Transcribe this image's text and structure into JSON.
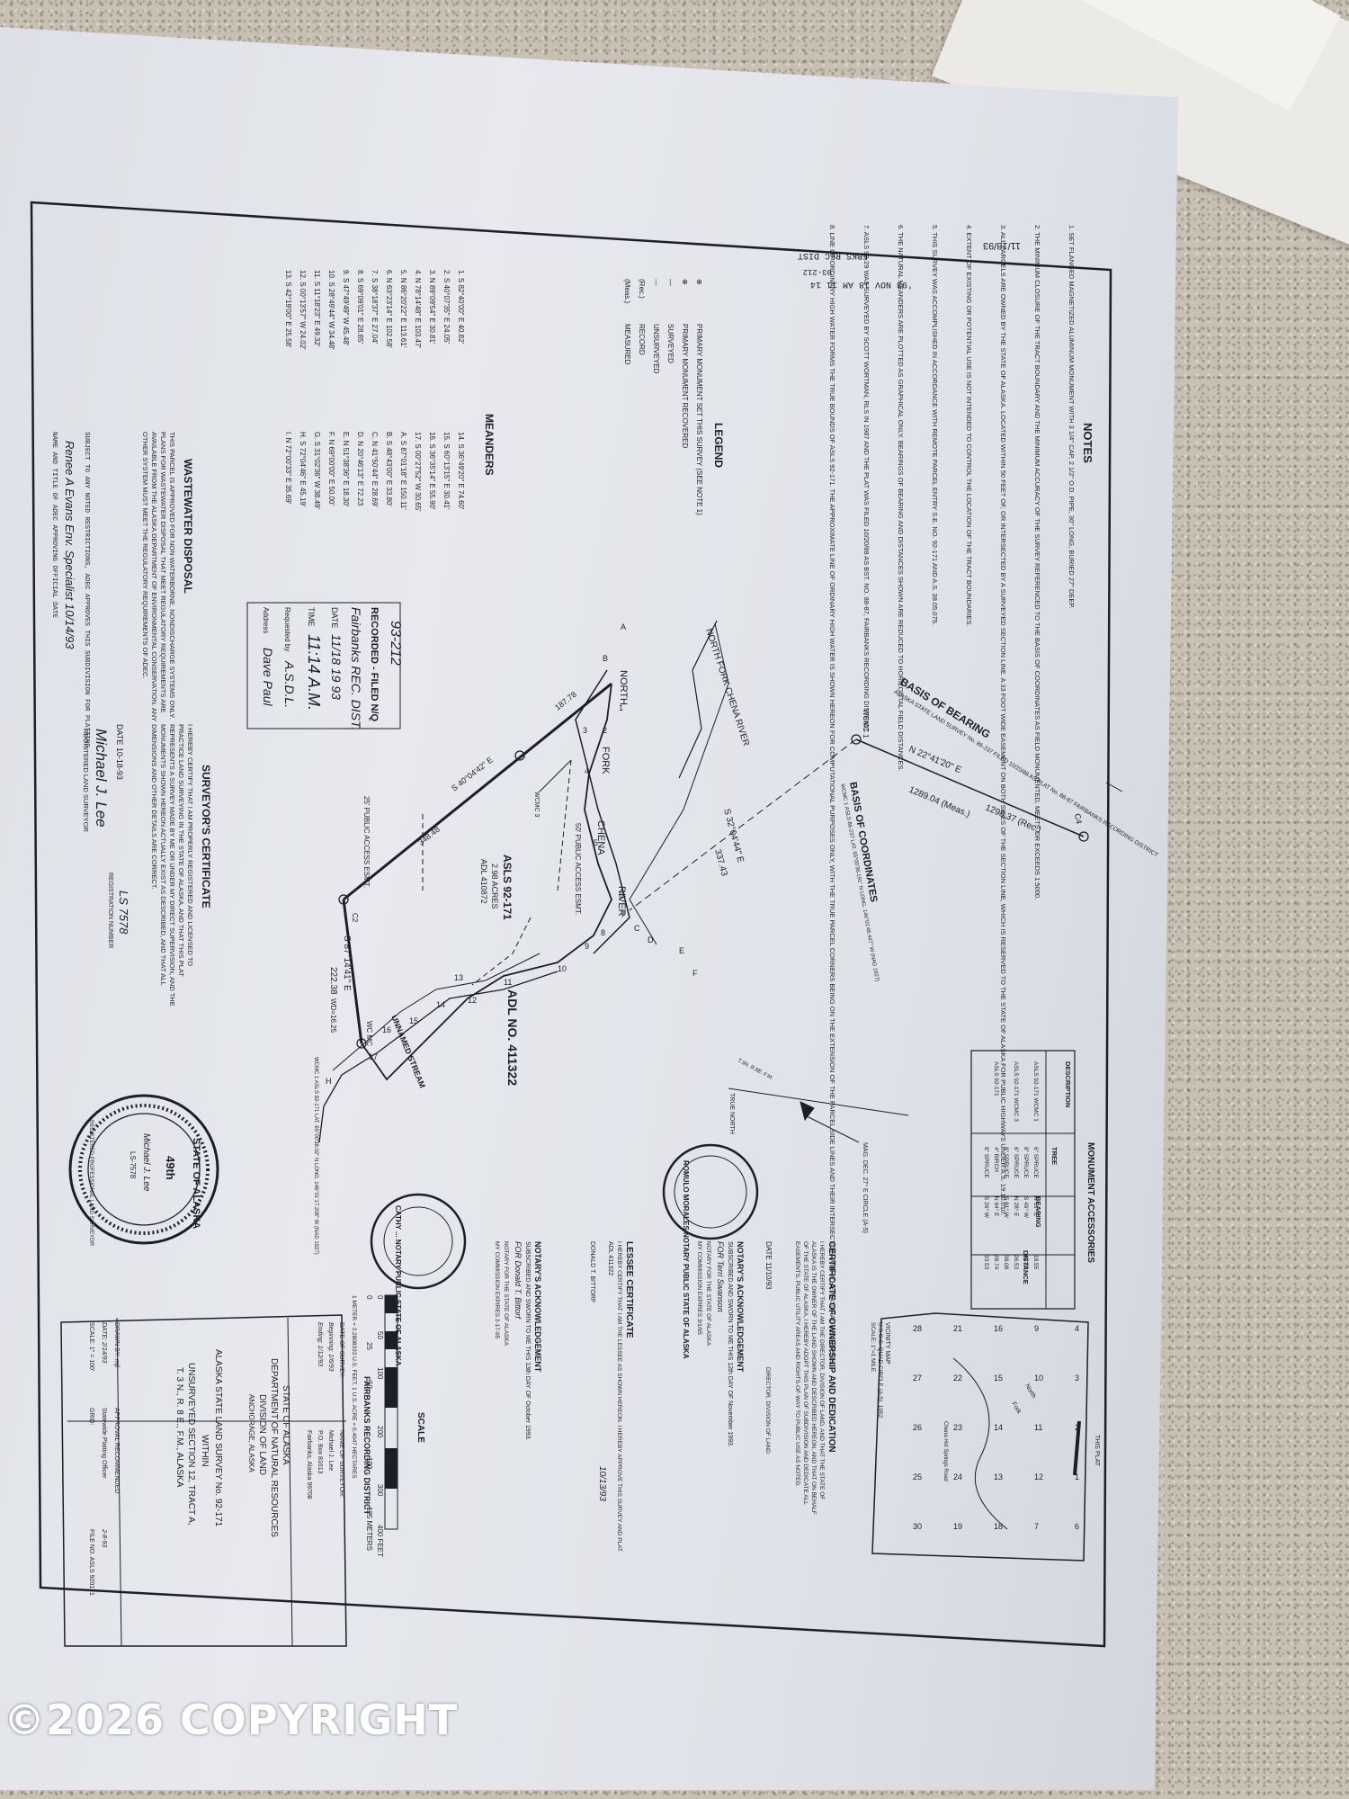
{
  "header_stamp": {
    "date": "11/18/93",
    "line1": "FBKS REC DIST",
    "line2": "93-212",
    "line3": "'93 NOV 18 AM 11 14"
  },
  "notes": {
    "title": "NOTES",
    "items": [
      "1. SET FLANGED MAGNETIZED ALUMINUM MONUMENT WITH 3 1/4\" CAP, 2 1/2\" O.D. PIPE, 30\" LONG, BURIED 27\" DEEP.",
      "2. THE MINIMUM CLOSURE OF THE TRACT BOUNDARY AND THE MINIMUM ACCURACY OF THE SURVEY REFERENCED TO THE BASIS OF COORDINATES AS FIELD MONUMENTED, MEETS OR EXCEEDS 1:5000.",
      "3. ALL PARCELS ARE OWNED BY THE STATE OF ALASKA. LOCATED WITHIN 50 FEET OF, OR INTERSECTED BY A SURVEYED SECTION LINE. A 33 FOOT WIDE EASEMENT ON BOTH SIDES OF THE SECTION LINE, WHICH IS RESERVED TO THE STATE OF ALASKA FOR PUBLIC HIGHWAYS UNDER A.S. 19.10.010.",
      "4. EXTENT OF EXISTING OR POTENTIAL USE IS NOT INTENDED TO CONTROL THE LOCATION OF THE TRACT BOUNDARIES.",
      "5. THIS SURVEY WAS ACCOMPLISHED IN ACCORDANCE WITH REMOTE PARCEL ENTRY S.E. NO. 92-171 AND A.S. 38.05.075.",
      "6. THE NATURAL MEANDERS ARE PLOTTED AS GRAPHICAL ONLY. BEARINGS OF BEARING AND DISTANCES SHOWN ARE REDUCED TO HORIZONTAL FIELD DISTANCES.",
      "7. ASLS 93-29 WAS SURVEYED BY SCOTT WORTMAN, RLS IN 1987 AND THE PLAT WAS FILED 10/20/88 AS BST. NO. 88-87, FAIRBANKS RECORDING DISTRICT.",
      "8. LINE OF ORDINARY HIGH WATER FORMS THE TRUE BOUNDS OF ASLS 92-171. THE APPROXIMATE LINE OF ORDINARY HIGH WATER IS SHOWN HEREON FOR COMPUTATIONAL PURPOSES ONLY, WITH THE TRUE PARCEL CORNERS BEING ON THE EXTENSION OF THE PARCEL SIDE LINES AND THEIR INTERSECTION WITH THE NATURAL MEANDERS."
    ]
  },
  "legend": {
    "title": "LEGEND",
    "items": [
      {
        "symbol": "⊕",
        "label": "PRIMARY MONUMENT SET THIS SURVEY (SEE NOTE 1)"
      },
      {
        "symbol": "⊕",
        "label": "PRIMARY MONUMENT RECOVERED"
      },
      {
        "symbol": "—",
        "label": "SURVEYED"
      },
      {
        "symbol": "---",
        "label": "UNSURVEYED"
      },
      {
        "symbol": "(Rec.)",
        "label": "RECORD"
      },
      {
        "symbol": "(Meas.)",
        "label": "MEASURED"
      }
    ]
  },
  "meanders": {
    "title": "MEANDERS",
    "col1": [
      "1. S 82°40'00\" E 40.82'",
      "2. S 40°07'35\" E 24.05'",
      "3. N 89°09'54\" E 30.81'",
      "4. N 78°14'48\" E 103.47'",
      "5. N 86°20'22\" E 113.61'",
      "6. N 63°23'14\" E 102.58'",
      "7. S 38°18'37\" E 27.04'",
      "8. S 69°09'01\" E 28.85'",
      "9. S 47°49'49\" W 45.48'",
      "10. S 28°49'44\" W 34.48'",
      "11. S 11°18'23\" E 49.32'",
      "12. S 00°13'57\" W 24.02'",
      "13. S 42°19'00\" E 25.58'"
    ],
    "col2": [
      "14. S 36°49'20\" E 74.60'",
      "15. S 60°13'15\" E 30.41'",
      "16. S 36°35'14\" E 55.90'",
      "17. S 00°27'52\" W 30.65'",
      "A. S 87°01'18\" E 150.11'",
      "B. S 48°43'00\" E 33.80'",
      "C. N 41°50'44\" E 28.69'",
      "D. N 20°46'13\" E 72.23",
      "E. N 51°38'36\" E 18.30'",
      "F. N 69°00'00\" E 50.00'",
      "G. S 31°02'36\" W 38.49'",
      "H. S 72°04'46\" E 45.19'",
      "I. N 72°00'33\" E 35.69'"
    ]
  },
  "wastewater": {
    "title": "WASTEWATER DISPOSAL",
    "text": "THIS PARCEL IS APPROVED FOR NON-WATERBORNE, NONDISCHARGE SYSTEMS ONLY. PLANS FOR WASTEWATER DISPOSAL THAT MEET REGULATORY REQUIREMENTS ARE AVAILABLE FROM THE ALASKA DEPARTMENT OF ENVIRONMENTAL CONSERVATION. ANY OTHER SYSTEM MUST MEET THE REGULATORY REQUIREMENTS OF ADEC.",
    "subject": "SUBJECT TO ANY NOTED RESTRICTIONS, ADEC APPROVES THIS SUBDIVISION FOR PLATTING.",
    "signature": "Renee A Evans Env. Specialist 10/14/93",
    "footer": "NAME AND TITLE OF ADEC APPROVING OFFICIAL          DATE"
  },
  "recorded": {
    "number": "93-212",
    "title": "RECORDED - FILED N/Q",
    "district": "Fairbanks REC. DIST.",
    "date_label": "DATE",
    "date": "11/18 19 93",
    "time_label": "TIME",
    "time": "11:14 A.M.",
    "requested_label": "Requested by",
    "requested": "A.S.D.L.",
    "address_label": "Address",
    "address": "Dave Paul"
  },
  "surveyor_cert": {
    "title": "SURVEYOR'S CERTIFICATE",
    "text": "I HEREBY CERTIFY THAT I AM PROPERLY REGISTERED AND LICENSED TO PRACTICE LAND SURVEYING IN THE STATE OF ALASKA, AND THAT THIS PLAT REPRESENTS A SURVEY MADE BY ME OR UNDER MY DIRECT SUPERVISION, AND THE MONUMENTS SHOWN HEREON ACTUALLY EXIST AS DESCRIBED, AND THAT ALL DIMENSIONS AND OTHER DETAILS ARE CORRECT.",
    "date": "DATE 10-18-93",
    "reg": "LS 7578",
    "reg_label": "REGISTRATION NUMBER",
    "signature": "Michael J. Lee",
    "sig_label": "REGISTERED LAND SURVEYOR"
  },
  "map": {
    "basis_bearing": "BASIS OF BEARING",
    "basis_bearing_sub": "ALASKA STATE LAND SURVEY No. 86-237 FILED 10/20/88 AS PLAT No. 88-87 FAIRBANKS RECORDING DISTRICT",
    "basis_coords": "BASIS OF COORDINATES",
    "basis_coords_sub": "WCMC 1 ASLS 86-237 LAT. 65°00'36.191\" N LONG. 146°01'46.447\" W (NAD 1927)",
    "bearing_line": "N 22°41'20\" E",
    "dist_meas": "1289.04 (Meas.)",
    "dist_rec": "1298.37 (Rec.)",
    "c4": "C4",
    "wcmc1": "WCMC 1",
    "river_upper": "NORTH FORK CHENA RIVER",
    "river_lower": [
      "NORTH",
      "FORK",
      "CHENA",
      "RIVER"
    ],
    "bearing2": "S 32°04'44\" E",
    "dist2": "337.43",
    "asls": "ASLS 92-171",
    "acres": "2.98 ACRES",
    "adl_small": "ADL 410872",
    "easement50": "50' PUBLIC ACCESS ESMT.",
    "easement25": "25' PUBLIC ACCESS ESMT.",
    "bearing3": "S 40°04'42\" E",
    "dist3": "348.48",
    "dist4": "187.78",
    "wcmc3": "WCMC 3",
    "c2": "C2",
    "bearing5": "S 87°14'41\" E",
    "dist5": "222.38",
    "wd": "WD=16.25",
    "wc": "WC MC",
    "stream": "UNNAMED STREAM",
    "adl_big": "ADL NO. 411322",
    "wcmc1b": "WCMC 1 ASLS 82-171 LAT. 65°00'38.02\" N LONG. 146°01'17.208\" W (NAD 1927)",
    "letters": [
      "A",
      "B",
      "C",
      "D",
      "E",
      "F",
      "H"
    ],
    "numbers": [
      "1",
      "2",
      "3",
      "4",
      "5",
      "6",
      "7",
      "8",
      "9",
      "10",
      "11",
      "12",
      "13",
      "14",
      "15",
      "16",
      "17"
    ]
  },
  "north": {
    "true_north": "TRUE NORTH",
    "mag": "MAG. DEC. 27° E CIRCLE (A-5)",
    "tn": "T.3N. R.8E. F.M."
  },
  "accessories": {
    "title": "MONUMENT ACCESSORIES",
    "headers": [
      "DESCRIPTION",
      "TREE",
      "BEARING",
      "DISTANCE"
    ],
    "rows": [
      [
        "ASLS 92-171 WCMC 1",
        "6\" SPRUCE",
        "N 31° E",
        "18.55"
      ],
      [
        "",
        "8\" SPRUCE",
        "S 49° W",
        "42.23"
      ],
      [
        "ASLS 92-171 WCMC 3",
        "6\" SPRUCE",
        "N 28° E",
        "26.53"
      ],
      [
        "",
        "8\" SPRUCE",
        "S 81° W",
        "38.08"
      ],
      [
        "ASLS 92-171",
        "4\" BIRCH",
        "N 64° E",
        "28.74"
      ],
      [
        "",
        "8\" SPRUCE",
        "S 26° W",
        "33.53"
      ]
    ]
  },
  "vicinity": {
    "title": "VICINITY MAP",
    "sub": "U.S.G.S. QUAD CIRCLE (A-5), 1952",
    "scale": "SCALE: 1\"=1 MILE",
    "tr": "T. 3 N.",
    "r": "R. 8 E.",
    "this_plat": "THIS PLAT",
    "grid": [
      "4",
      "3",
      "2",
      "1",
      "6",
      "9",
      "10",
      "11",
      "12",
      "7",
      "16",
      "15",
      "14",
      "13",
      "18",
      "21",
      "22",
      "23",
      "24",
      "19",
      "28",
      "27",
      "26",
      "25",
      "30"
    ],
    "labels": [
      "North",
      "Fork",
      "Chena Hot Springs Road"
    ]
  },
  "ownership": {
    "title": "CERTIFICATE OF OWNERSHIP AND DEDICATION",
    "text": "I HEREBY CERTIFY THAT I AM THE DIRECTOR, DIVISION OF LAND, AND THAT THE STATE OF ALASKA IS THE OWNER OF THE LAND SHOWN AND DESCRIBED HEREON, AND THAT ON BEHALF OF THE STATE OF ALASKA, I HEREBY ADOPT THIS PLAN OF SUBDIVISION AND DEDICATE ALL EASEMENTS, PUBLIC UTILITY AREAS AND RIGHTS-OF-WAY TO PUBLIC USE AS NOTED.",
    "date": "DATE 11/10/93",
    "sig_label": "DIRECTOR, DIVISION OF LAND"
  },
  "notary1": {
    "title": "NOTARY'S ACKNOWLEDGEMENT",
    "text": "SUBSCRIBED AND SWORN TO ME THIS 12th DAY OF November 1993.",
    "for": "FOR Terri Swanson",
    "notary": "NOTARY FOR THE STATE OF ALASKA",
    "expires": "MY COMMISSION EXPIRES 3/1/95",
    "seal": "ROMULO MORALES NOTARY PUBLIC STATE OF ALASKA"
  },
  "lessee": {
    "title": "LESSEE CERTIFICATE",
    "text": "I HEREBY CERTIFY THAT I AM THE LESSEE AS SHOWN HEREON. I HEREBY APPROVE THIS SURVEY AND PLAT.",
    "adl": "ADL 411322",
    "date": "10/13/93",
    "name": "DONALD T. BITTORF"
  },
  "notary2": {
    "title": "NOTARY'S ACKNOWLEDGEMENT",
    "text": "SUBSCRIBED AND SWORN TO ME THIS 13th DAY OF October 1993.",
    "for": "FOR Donald T. Bittorf",
    "notary": "NOTARY FOR THE STATE OF ALASKA",
    "expires": "MY COMMISSION EXPIRES 2-17-95",
    "seal": "CATHY ... NOTARY PUBLIC STATE OF ALASKA"
  },
  "scale": {
    "title": "SCALE",
    "feet": [
      "0",
      "50",
      "100",
      "200",
      "300",
      "400 FEET"
    ],
    "meters": [
      "0",
      "25",
      "50",
      "100",
      "125 METERS"
    ],
    "conversion": "1 METER = 3.2808333 U.S. FEET, 1 U.S. ACRE = 0.4047 HECTARES"
  },
  "title_block": {
    "district": "FAIRBANKS RECORDING DISTRICT",
    "survey_dates_label": "DATE OF SURVEY:",
    "beginning": "Beginning: 1/6/93",
    "ending": "Ending: 1/12/93",
    "surveyor_label": "NAME OF SURVEYOR:",
    "surveyor": "Michael J. Lee",
    "po": "P.O. Box 81613",
    "city": "Fairbanks, Alaska 99708",
    "state": "STATE OF ALASKA",
    "dept": "DEPARTMENT OF NATURAL RESOURCES",
    "division": "DIVISION OF LAND",
    "anchorage": "ANCHORAGE, ALASKA",
    "asls_line": "ALASKA STATE LAND SURVEY No. 92-171",
    "within": "WITHIN",
    "unsurveyed": "UNSURVEYED SECTION 12, TRACT A,",
    "township": "T. 3 N., R. 8 E., F.M., ALASKA",
    "drawn": "DRAWN BY: mjl",
    "date": "DATE: 2/14/93",
    "scale": "SCALE: 1\" = 100'",
    "approval": "APPROVAL RECOMMENDED",
    "plat_officer": "Statewide Platting Officer",
    "approval_date": "2-8-93",
    "grid": "GRID:",
    "file": "FILE NO. ASLS 920171"
  },
  "surveyor_seal": {
    "state": "STATE OF ALASKA",
    "number": "49th",
    "name": "Michael J. Lee",
    "ls": "LS-7578",
    "ring": "REGISTERED PROFESSIONAL LAND SURVEYOR"
  },
  "watermark": "©2026 COPYRIGHT"
}
